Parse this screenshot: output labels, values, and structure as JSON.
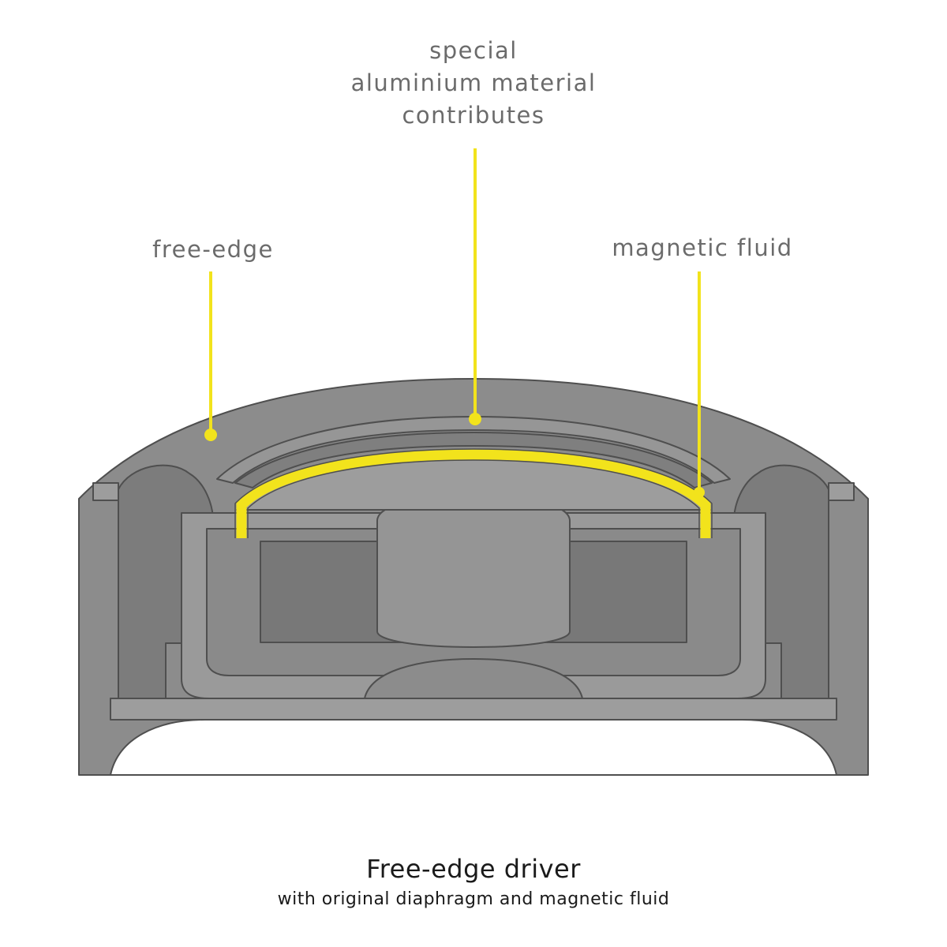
{
  "labels": {
    "aluminium": [
      "special",
      "aluminium material",
      "contributes"
    ],
    "free_edge": "free-edge",
    "magnetic_fluid": "magnetic fluid"
  },
  "caption": {
    "title": "Free-edge driver",
    "subtitle": "with original diaphragm and magnetic fluid"
  },
  "colors": {
    "accent": "#f2e31c",
    "body": "#8c8c8c",
    "body_light": "#9d9d9d",
    "shadow": "#737373",
    "outline": "#4f4f4f",
    "label": "#6b6b6b",
    "caption": "#1a1a1a"
  }
}
